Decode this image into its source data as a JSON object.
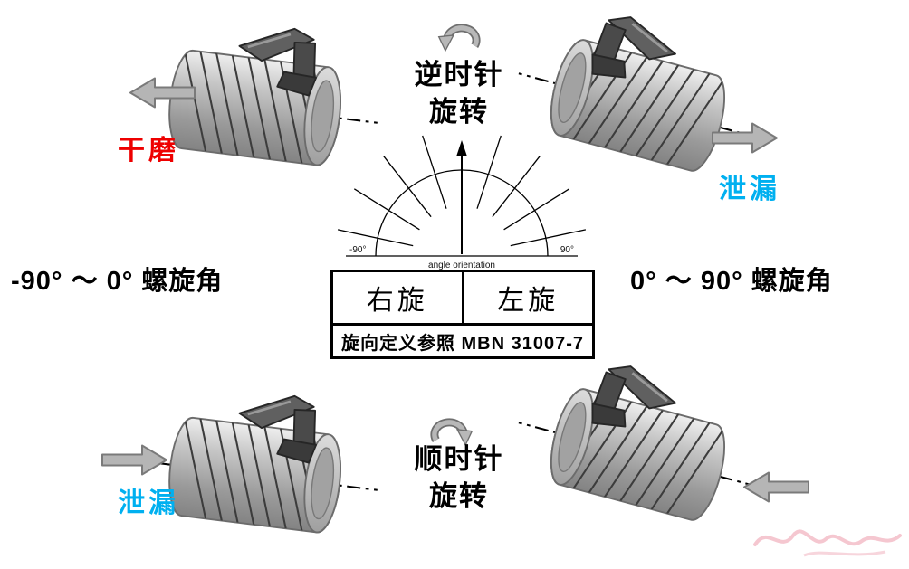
{
  "diagram": {
    "rotation_top": {
      "line1": "逆时针",
      "line2": "旋转"
    },
    "rotation_bottom": {
      "line1": "顺时针",
      "line2": "旋转"
    },
    "failure_labels": {
      "top_left": "干磨",
      "top_right": "泄漏",
      "bottom_left": "泄漏"
    },
    "angle_ranges": {
      "left": "-90° ～ 0° 螺旋角",
      "right": "0° ～ 90° 螺旋角"
    },
    "protractor": {
      "left_tick": "-90°",
      "right_tick": "90°",
      "caption": "angle orientation"
    },
    "legend": {
      "left_cell": "右旋",
      "right_cell": "左旋",
      "note": "旋向定义参照 MBN 31007-7"
    },
    "colors": {
      "dry_friction_red": "#ee0000",
      "leakage_cyan": "#00b0f0",
      "cylinder_grey": "#a8a8a8",
      "arrow_grey": "#b5b5b5",
      "line_black": "#000000"
    },
    "icons": {
      "rotation_top": "curved-arrow-ccw-icon",
      "rotation_bottom": "curved-arrow-cw-icon",
      "top_left_flow": "block-arrow-left-icon",
      "top_right_flow": "block-arrow-right-icon",
      "bottom_left_flow": "block-arrow-right-icon",
      "bottom_right_flow": "block-arrow-left-icon"
    }
  }
}
